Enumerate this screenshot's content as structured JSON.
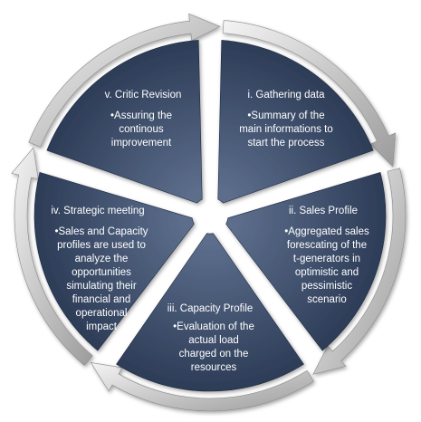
{
  "segments": [
    {
      "title": "i. Gathering data",
      "lines": [
        "•Summary of the",
        "main informations to",
        "start the process"
      ]
    },
    {
      "title": "ii. Sales Profile",
      "lines": [
        "•Aggregated sales",
        "forescating of the",
        "t-generators in",
        "optimistic and",
        "pessimistic",
        "scenario"
      ]
    },
    {
      "title": "iii. Capacity Profile",
      "lines": [
        "•Evaluation of the",
        "actual load",
        "charged on the",
        "resources"
      ]
    },
    {
      "title": "iv. Strategic meeting",
      "lines": [
        "•Sales and Capacity",
        "profiles are used to",
        "analyze the",
        "opportunities",
        "simulating their",
        "financial and",
        "operational",
        "impact"
      ]
    },
    {
      "title": "v. Critic Revision",
      "lines": [
        "•Assuring the",
        "continous",
        "improvement"
      ]
    }
  ],
  "colors": {
    "segment_fill_light": "#5c6e8c",
    "segment_fill_dark": "#2b3a55",
    "arrow_light": "#f4f4f4",
    "arrow_dark": "#9b9b9b",
    "text": "#ffffff"
  }
}
